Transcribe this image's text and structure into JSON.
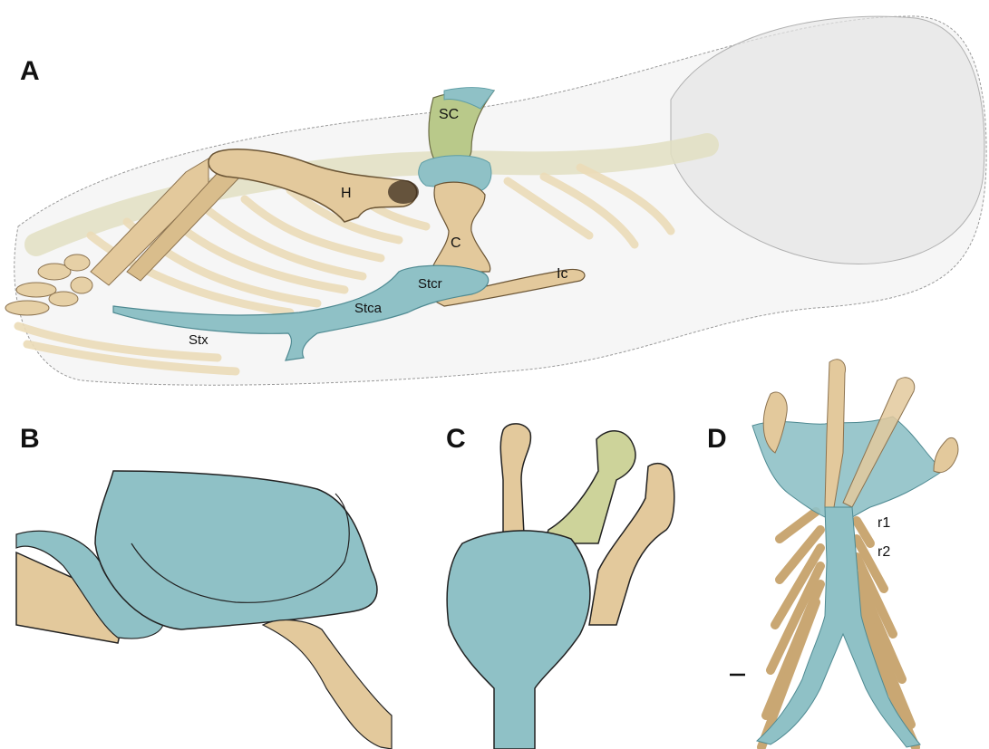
{
  "panels": {
    "a": {
      "letter": "A"
    },
    "b": {
      "letter": "B"
    },
    "c": {
      "letter": "C"
    },
    "d": {
      "letter": "D"
    }
  },
  "labels_a": {
    "sc": "SC",
    "h": "H",
    "c": "C",
    "ic": "Ic",
    "stcr": "Stcr",
    "stca": "Stca",
    "stx": "Stx"
  },
  "labels_d": {
    "r1": "r1",
    "r2": "r2"
  },
  "colors": {
    "bone": "#e3c99c",
    "bone_dark": "#c9a773",
    "cartilage": "#8fc1c6",
    "cartilage_dark": "#5f9ea6",
    "green_bone": "#b9c98a",
    "ghost": "#d8d8d8"
  }
}
